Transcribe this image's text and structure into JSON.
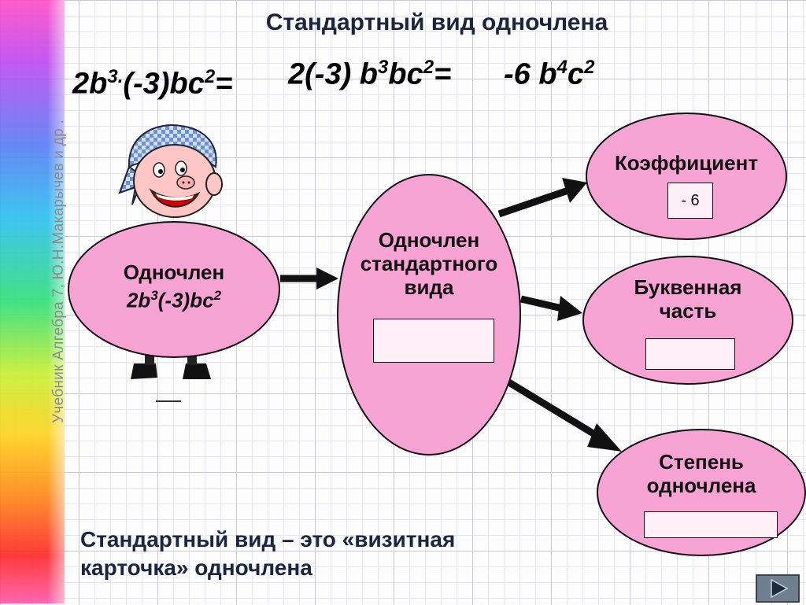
{
  "side_text": "Учебник Алгебра 7, Ю.Н.Макарычев и др .",
  "title": "Стандартный вид одночлена",
  "equation_left": {
    "base": "2b",
    "exp1": "3.",
    "mid": "(-3)bc",
    "exp2": "2",
    "tail": "="
  },
  "equation_mid": {
    "base": "2(-3) b",
    "exp1": "3",
    "mid": "bc",
    "exp2": "2",
    "tail": "="
  },
  "equation_right": {
    "base": "-6 b",
    "exp1": "4",
    "mid": "c",
    "exp2": "2"
  },
  "left_ellipse": {
    "line1": "Одночлен",
    "base": "2b",
    "exp1": "3",
    "mid": "(-3)bc",
    "exp2": "2"
  },
  "center_ellipse": {
    "line1": "Одночлен",
    "line2": "стандартного",
    "line3": "вида"
  },
  "coefficient": {
    "label": "Коэффициент",
    "value": "- 6"
  },
  "letter_part": {
    "line1": "Буквенная",
    "line2": "часть"
  },
  "degree": {
    "line1": "Степень",
    "line2": "одночлена"
  },
  "caption": {
    "line1": "Стандартный вид – это «визитная",
    "line2": "карточка» одночлена"
  },
  "colors": {
    "ellipse_fill": "#f7a3d3",
    "title": "#1a2540"
  }
}
